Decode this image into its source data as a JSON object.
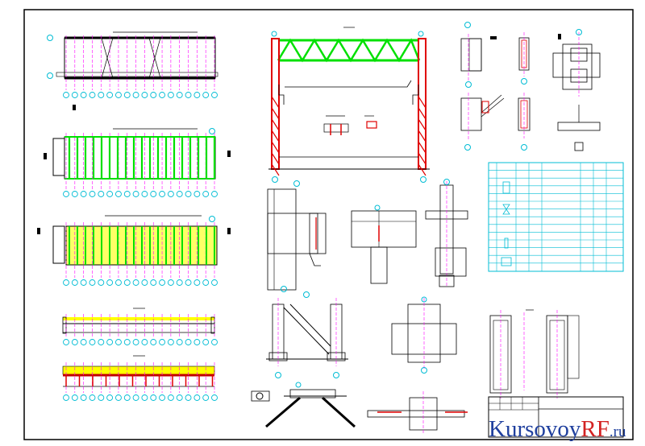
{
  "colors": {
    "background": "#ffffff",
    "frame": "#000000",
    "grid": "#ff00ff",
    "bubble": "#00bcd4",
    "truss": "#00e000",
    "column": "#e00000",
    "purlin": "#ffff00",
    "label": "#444444",
    "watermark_blue": "#1f3f9e",
    "watermark_red": "#d32222"
  },
  "watermark": {
    "part1": "Kursovoy",
    "part2": "RF",
    "part3": ".ru"
  }
}
